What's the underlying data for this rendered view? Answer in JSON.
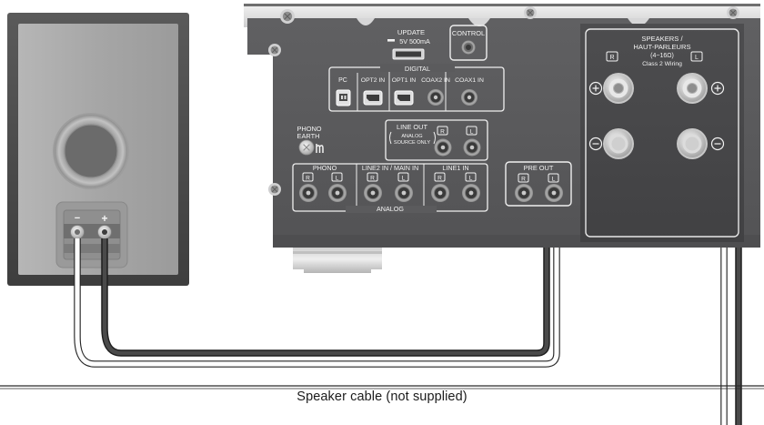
{
  "caption": "Speaker cable (not supplied)",
  "amplifier": {
    "update": {
      "title": "UPDATE",
      "spec": "5V  500mA"
    },
    "control": {
      "label": "CONTROL"
    },
    "digital": {
      "group_label": "DIGITAL",
      "ports": [
        {
          "label": "PC",
          "type": "usb-b"
        },
        {
          "label": "OPT2 IN",
          "type": "optical"
        },
        {
          "label": "OPT1 IN",
          "type": "optical"
        },
        {
          "label": "COAX2 IN",
          "type": "rca"
        },
        {
          "label": "COAX1 IN",
          "type": "rca"
        }
      ]
    },
    "phono_earth": {
      "line1": "PHONO",
      "line2": "EARTH"
    },
    "line_out": {
      "title": "LINE OUT",
      "sub1": "ANALOG",
      "sub2": "SOURCE ONLY",
      "channels": [
        "R",
        "L"
      ]
    },
    "analog": {
      "group_label": "ANALOG",
      "blocks": [
        {
          "label": "PHONO",
          "channels": [
            "R",
            "L"
          ]
        },
        {
          "label": "LINE2 IN / MAIN IN",
          "channels": [
            "R",
            "L"
          ]
        },
        {
          "label": "LINE1 IN",
          "channels": [
            "R",
            "L"
          ]
        }
      ]
    },
    "pre_out": {
      "label": "PRE OUT",
      "channels": [
        "R",
        "L"
      ]
    },
    "speakers": {
      "title_line1": "SPEAKERS /",
      "title_line2": "HAUT-PARLEURS",
      "impedance": "(4−16Ω)",
      "class_note": "Class 2 Wiring",
      "channels": [
        "R",
        "L"
      ],
      "polarity_plus": "+",
      "polarity_minus": "−"
    }
  },
  "speaker_box": {
    "terminals": {
      "minus": "−",
      "plus": "+"
    }
  },
  "colors": {
    "panel_dark": "#58585a",
    "panel_mid": "#6e6e70",
    "panel_light": "#d9d9da",
    "cable_black": "#3a3a3a",
    "cable_white": "#fdfdfd",
    "speaker_body": "#a8a8a8",
    "speaker_frame": "#4c4c4c",
    "text_light": "#f2f2f2",
    "caption_text": "#1b1b1b"
  }
}
